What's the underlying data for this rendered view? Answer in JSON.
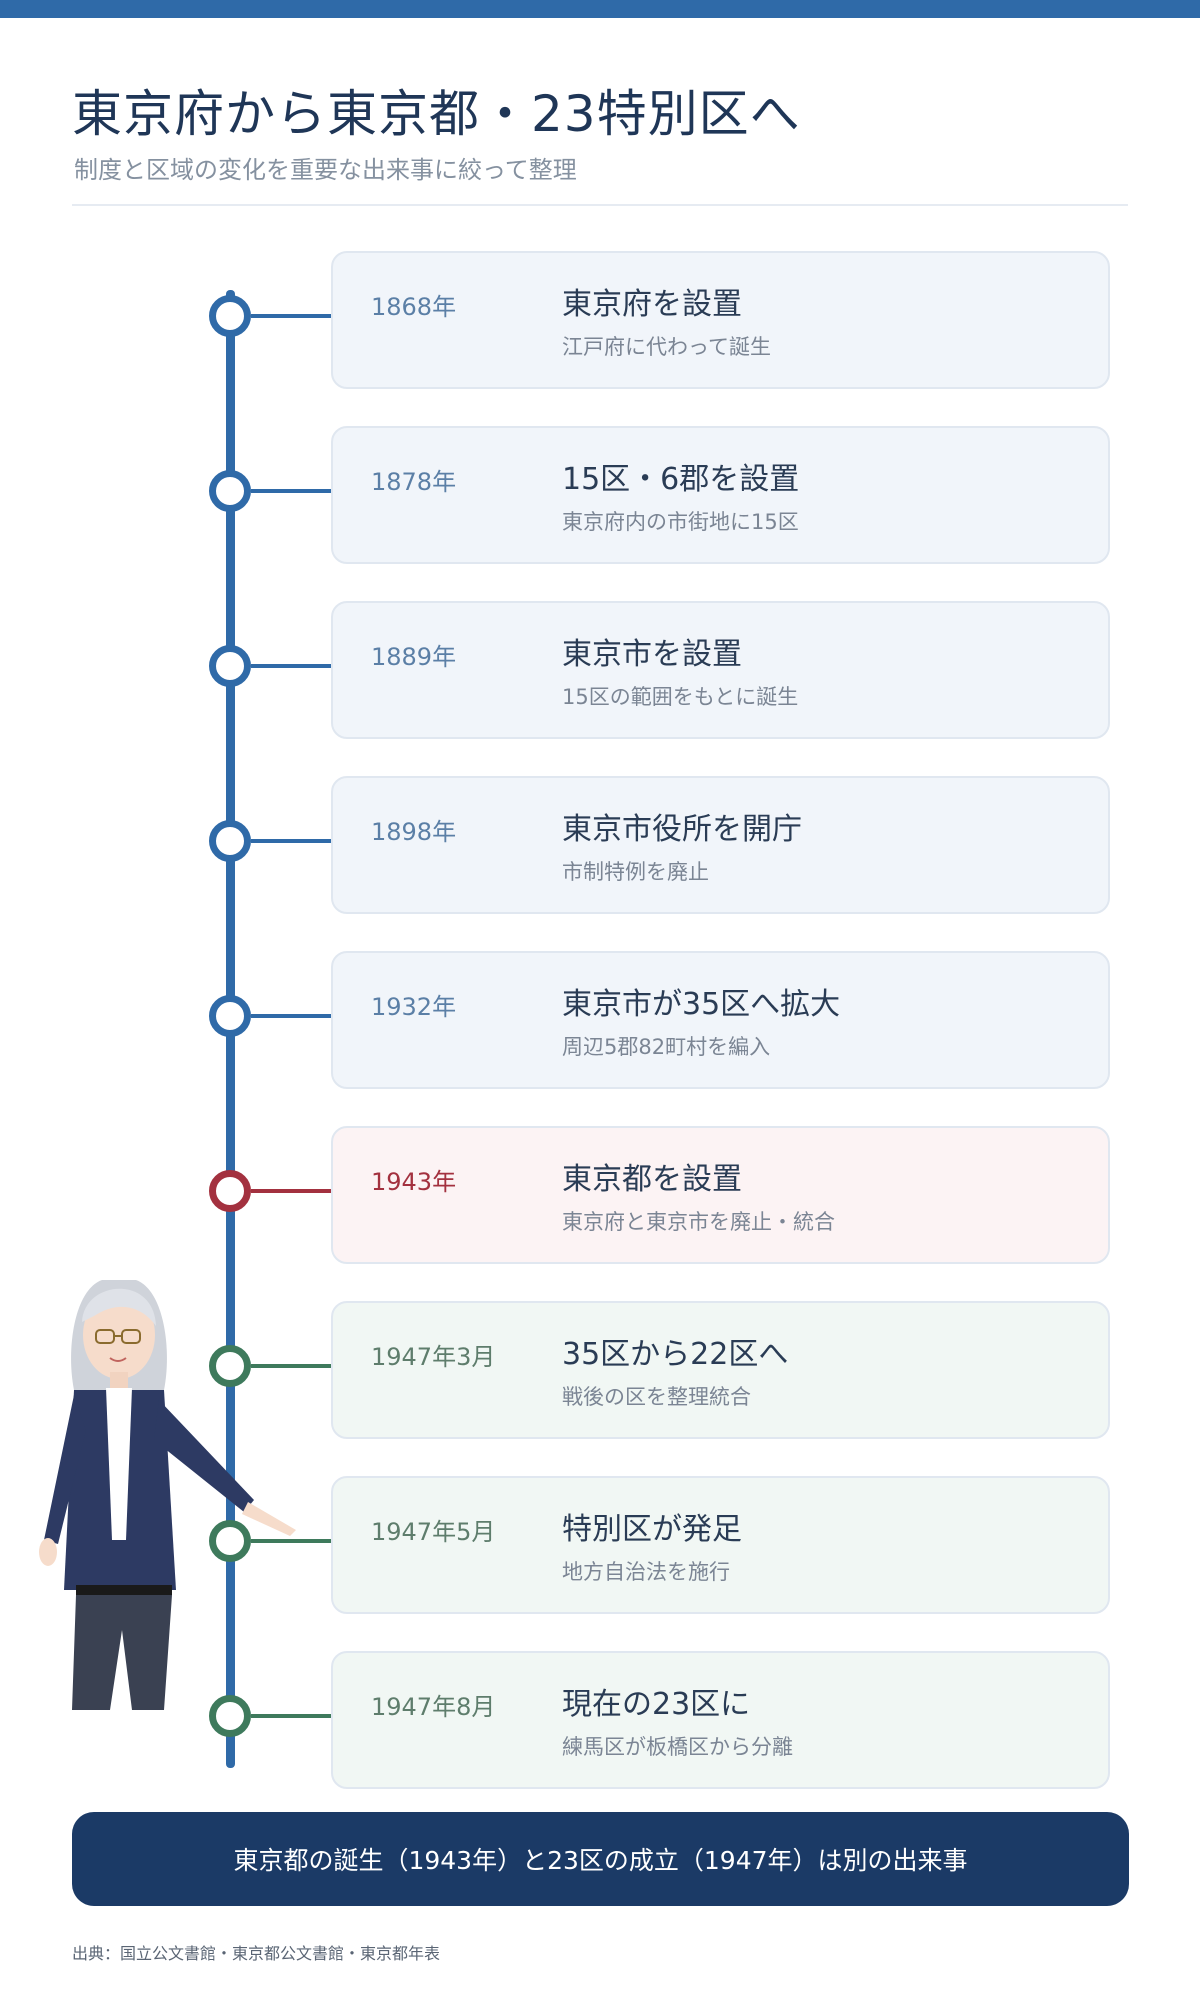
{
  "header": {
    "title": "東京府から東京都・23特別区へ",
    "subtitle": "制度と区域の変化を重要な出来事に絞って整理"
  },
  "timeline": [
    {
      "year": "1868年",
      "heading": "東京府を設置",
      "desc": "江戸府に代わって誕生"
    },
    {
      "year": "1878年",
      "heading": "15区・6郡を設置",
      "desc": "東京府内の市街地に15区"
    },
    {
      "year": "1889年",
      "heading": "東京市を設置",
      "desc": "15区の範囲をもとに誕生"
    },
    {
      "year": "1898年",
      "heading": "東京市役所を開庁",
      "desc": "市制特例を廃止"
    },
    {
      "year": "1932年",
      "heading": "東京市が35区へ拡大",
      "desc": "周辺5郡82町村を編入"
    },
    {
      "year": "1943年",
      "heading": "東京都を設置",
      "desc": "東京府と東京市を廃止・統合"
    },
    {
      "year": "1947年3月",
      "heading": "35区から22区へ",
      "desc": "戦後の区を整理統合"
    },
    {
      "year": "1947年5月",
      "heading": "特別区が発足",
      "desc": "地方自治法を施行"
    },
    {
      "year": "1947年8月",
      "heading": "現在の23区に",
      "desc": "練馬区が板橋区から分離"
    }
  ],
  "summary": "東京都の誕生（1943年）と23区の成立（1947年）は別の出来事",
  "source": "出典：国立公文書館・東京都公文書館・東京都年表",
  "colors": {
    "accent_blue": "#2f6aa8",
    "accent_red": "#a3313f",
    "accent_green": "#3e7a5c",
    "summary_bg": "#1b3a66"
  }
}
